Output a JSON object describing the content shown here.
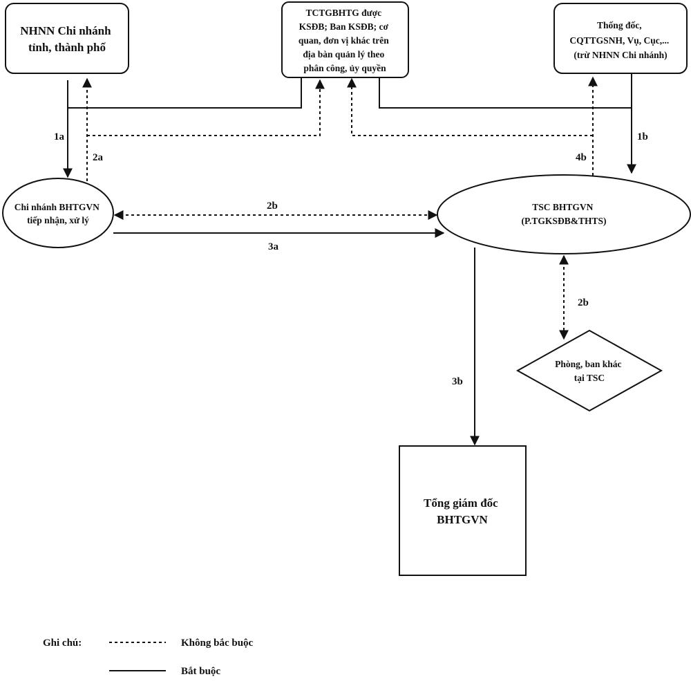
{
  "nodes": {
    "nhnn_branch": [
      "NHNN Chi nhánh",
      "tỉnh, thành phố"
    ],
    "tctg": [
      "TCTGBHTG được",
      "KSĐB; Ban KSĐB; cơ",
      "quan, đơn vị khác trên",
      "địa bàn quản lý theo",
      "phân công, ủy quyền"
    ],
    "governor": [
      "Thống đốc,",
      "CQTTGSNH, Vụ, Cục,...",
      "(trừ NHNN Chi nhánh)"
    ],
    "bhtgvn_branch": [
      "Chi nhánh BHTGVN",
      "tiếp nhận, xử lý"
    ],
    "tsc": [
      "TSC BHTGVN",
      "(P.TGKSĐB&THTS)"
    ],
    "departments": [
      "Phòng, ban khác",
      "tại TSC"
    ],
    "ceo": [
      "Tổng giám đốc",
      "BHTGVN"
    ]
  },
  "edge_labels": {
    "e1a": "1a",
    "e2a": "2a",
    "e1b": "1b",
    "e4b": "4b",
    "e2b_h": "2b",
    "e3a": "3a",
    "e2b_v": "2b",
    "e3b": "3b"
  },
  "legend": {
    "title": "Ghi chú:",
    "optional": "Không bắc buộc",
    "mandatory": "Bắt buộc"
  }
}
